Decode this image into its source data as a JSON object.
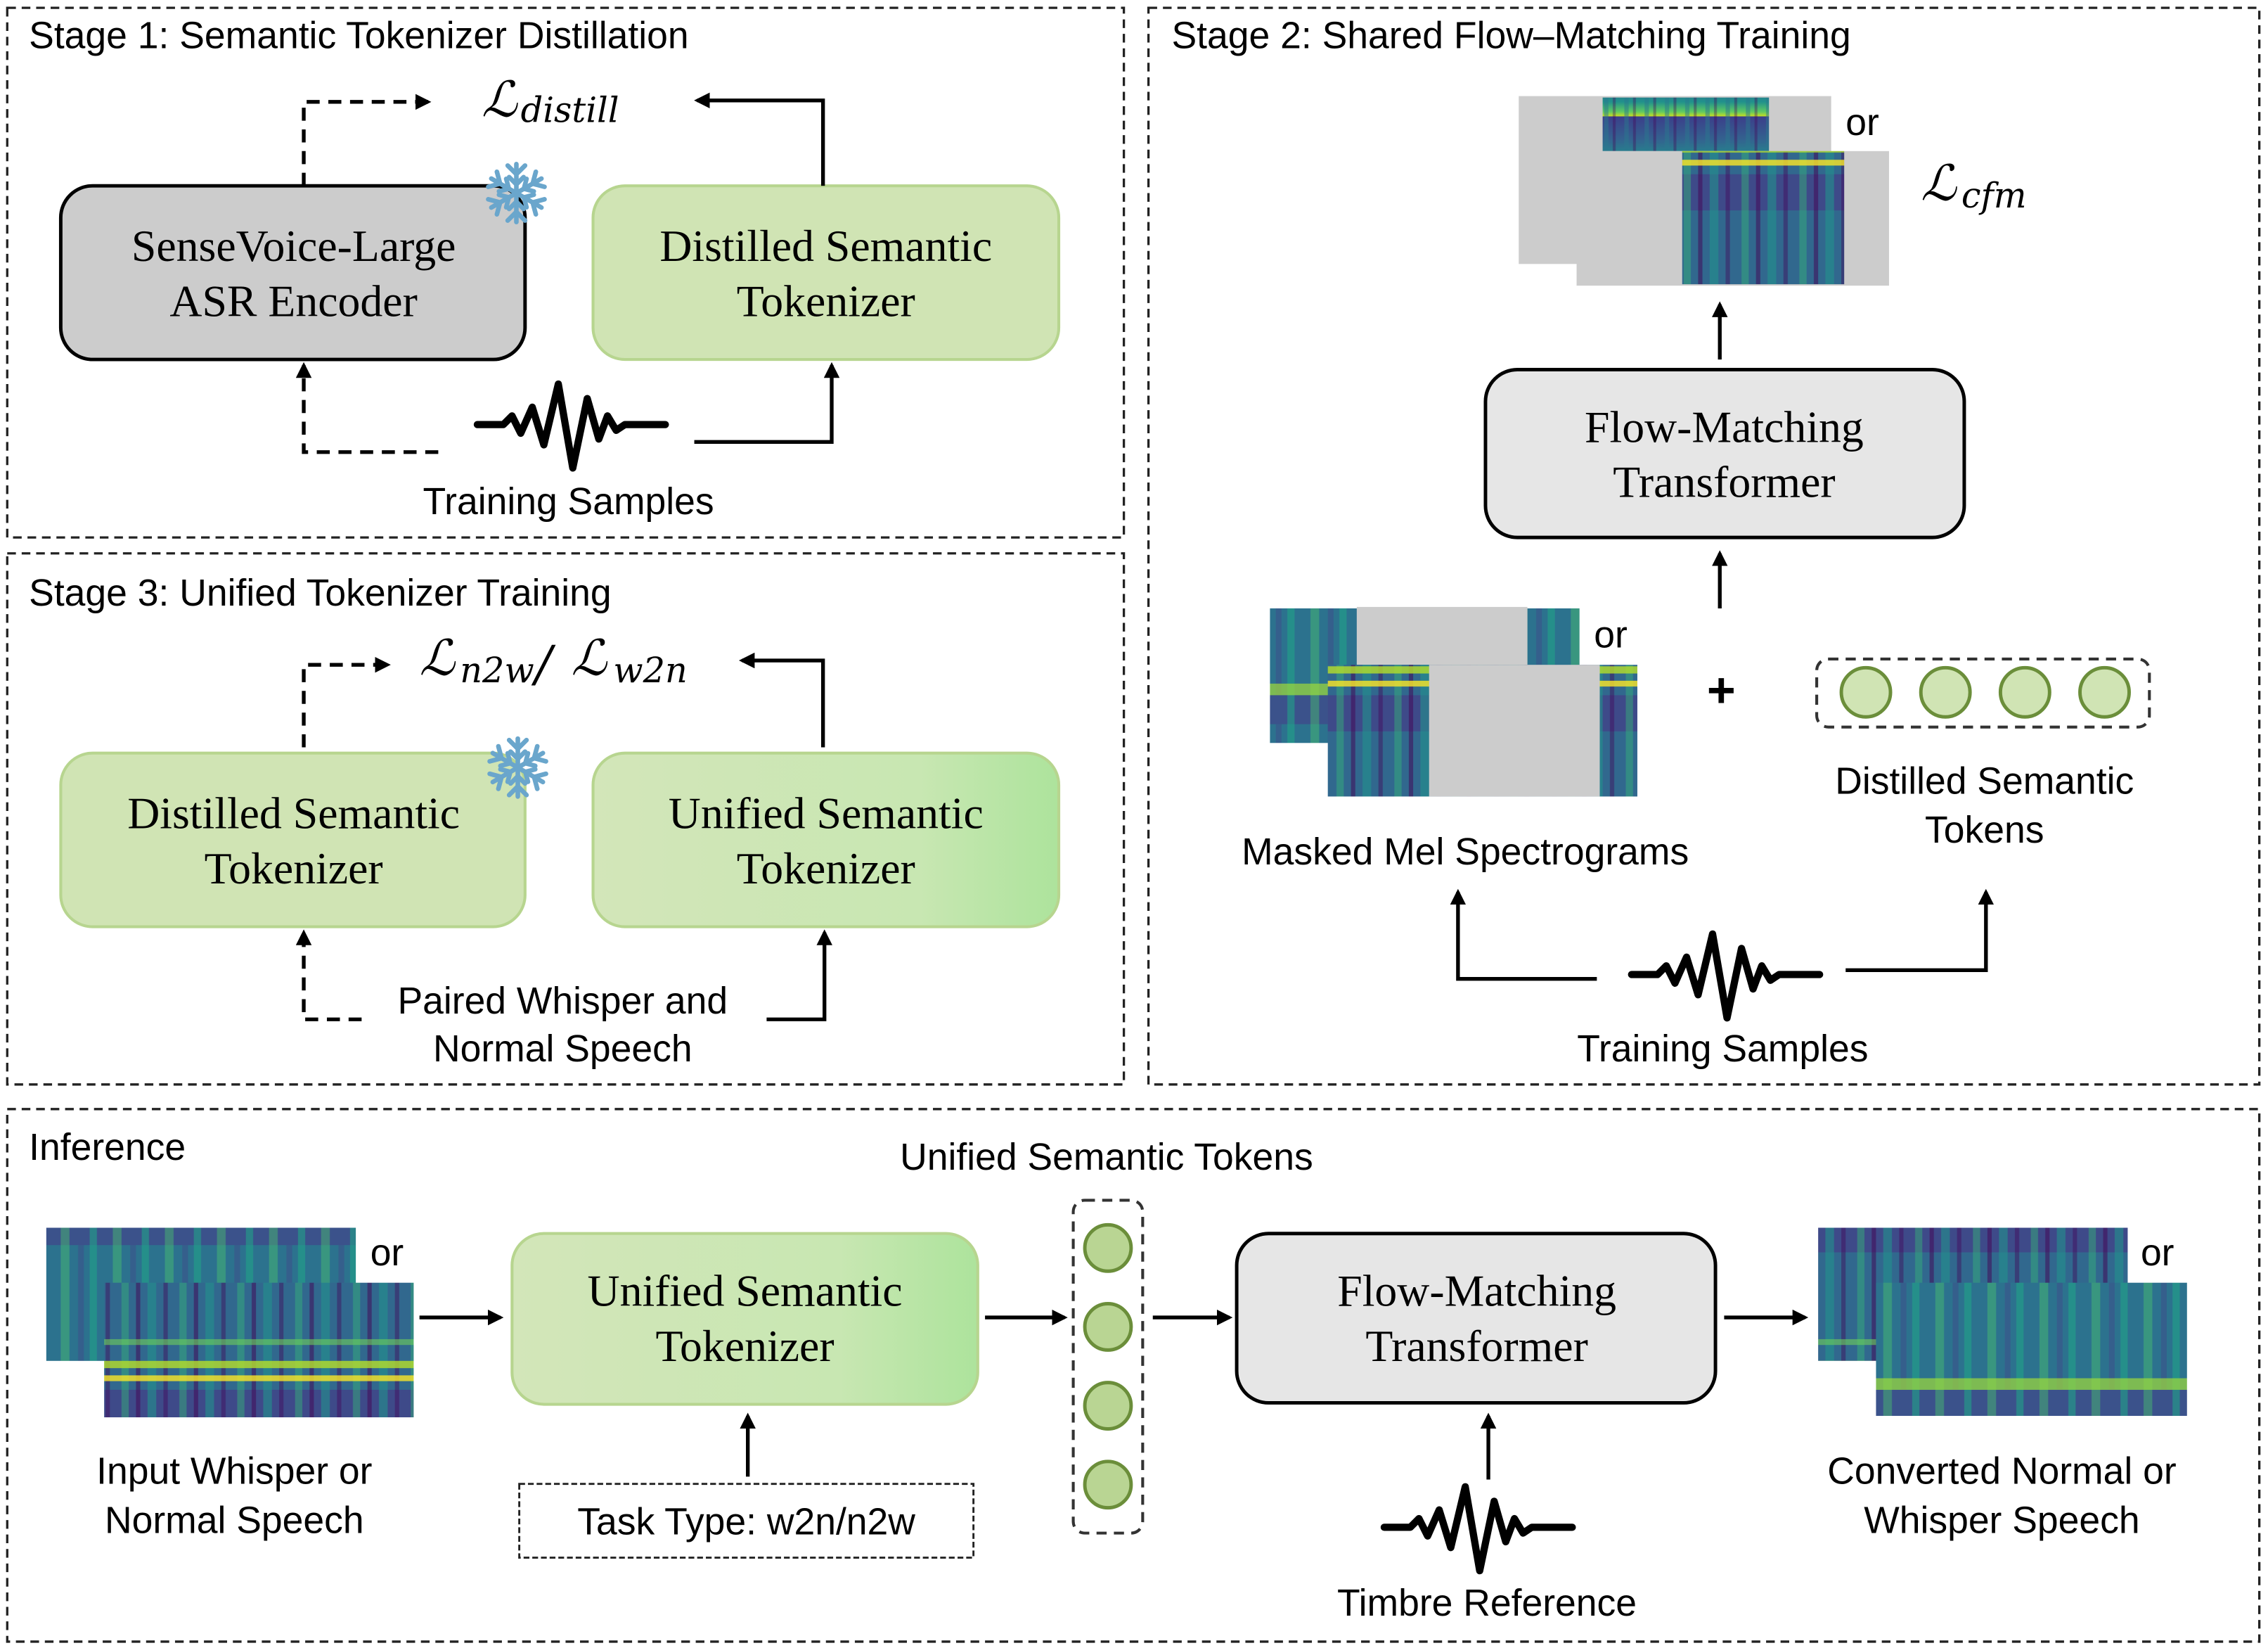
{
  "stage1": {
    "title": "Stage 1: Semantic Tokenizer Distillation",
    "loss": {
      "symbol": "ℒ",
      "sub": "distill"
    },
    "encoder": {
      "line1": "SenseVoice-Large",
      "line2": "ASR Encoder",
      "frozen": true
    },
    "tokenizer": {
      "line1": "Distilled Semantic",
      "line2": "Tokenizer"
    },
    "input_label": "Training Samples"
  },
  "stage2": {
    "title": "Stage 2: Shared Flow–Matching Training",
    "or_top": "or",
    "loss": {
      "symbol": "ℒ",
      "sub": "cfm"
    },
    "model": {
      "line1": "Flow-Matching",
      "line2": "Transformer"
    },
    "plus": "+",
    "or_bottom": "or",
    "mel_label": "Masked Mel Spectrograms",
    "tokens_label": {
      "line1": "Distilled Semantic",
      "line2": "Tokens"
    },
    "token_count": 4,
    "input_label": "Training Samples"
  },
  "stage3": {
    "title": "Stage 3: Unified Tokenizer Training",
    "loss": {
      "a_symbol": "ℒ",
      "a_sub": "n2w",
      "sep": "/",
      "b_symbol": "ℒ",
      "b_sub": "w2n"
    },
    "teacher": {
      "line1": "Distilled Semantic",
      "line2": "Tokenizer",
      "frozen": true
    },
    "student": {
      "line1": "Unified Semantic",
      "line2": "Tokenizer"
    },
    "input_label": {
      "line1": "Paired Whisper and",
      "line2": "Normal Speech"
    }
  },
  "inference": {
    "title": "Inference",
    "tokens_label": "Unified Semantic Tokens",
    "token_count": 4,
    "input": {
      "or": "or",
      "line1": "Input Whisper or",
      "line2": "Normal Speech"
    },
    "tokenizer": {
      "line1": "Unified Semantic",
      "line2": "Tokenizer"
    },
    "task": "Task Type: w2n/n2w",
    "model": {
      "line1": "Flow-Matching",
      "line2": "Transformer"
    },
    "timbre_label": "Timbre Reference",
    "output": {
      "or": "or",
      "line1": "Converted Normal or",
      "line2": "Whisper Speech"
    }
  },
  "colors": {
    "green_fill": "#d0e4b4",
    "green_stroke": "#b7d58f",
    "green_gradient_end": "#addf9a",
    "gray_box_dark": "#cccccc",
    "gray_box_light": "#e6e6e6",
    "token_fill": "#d0e4b4",
    "token_stroke": "#6b8e3a",
    "snowflake": "#6aa6cc",
    "mask_gray": "#cccccc"
  }
}
